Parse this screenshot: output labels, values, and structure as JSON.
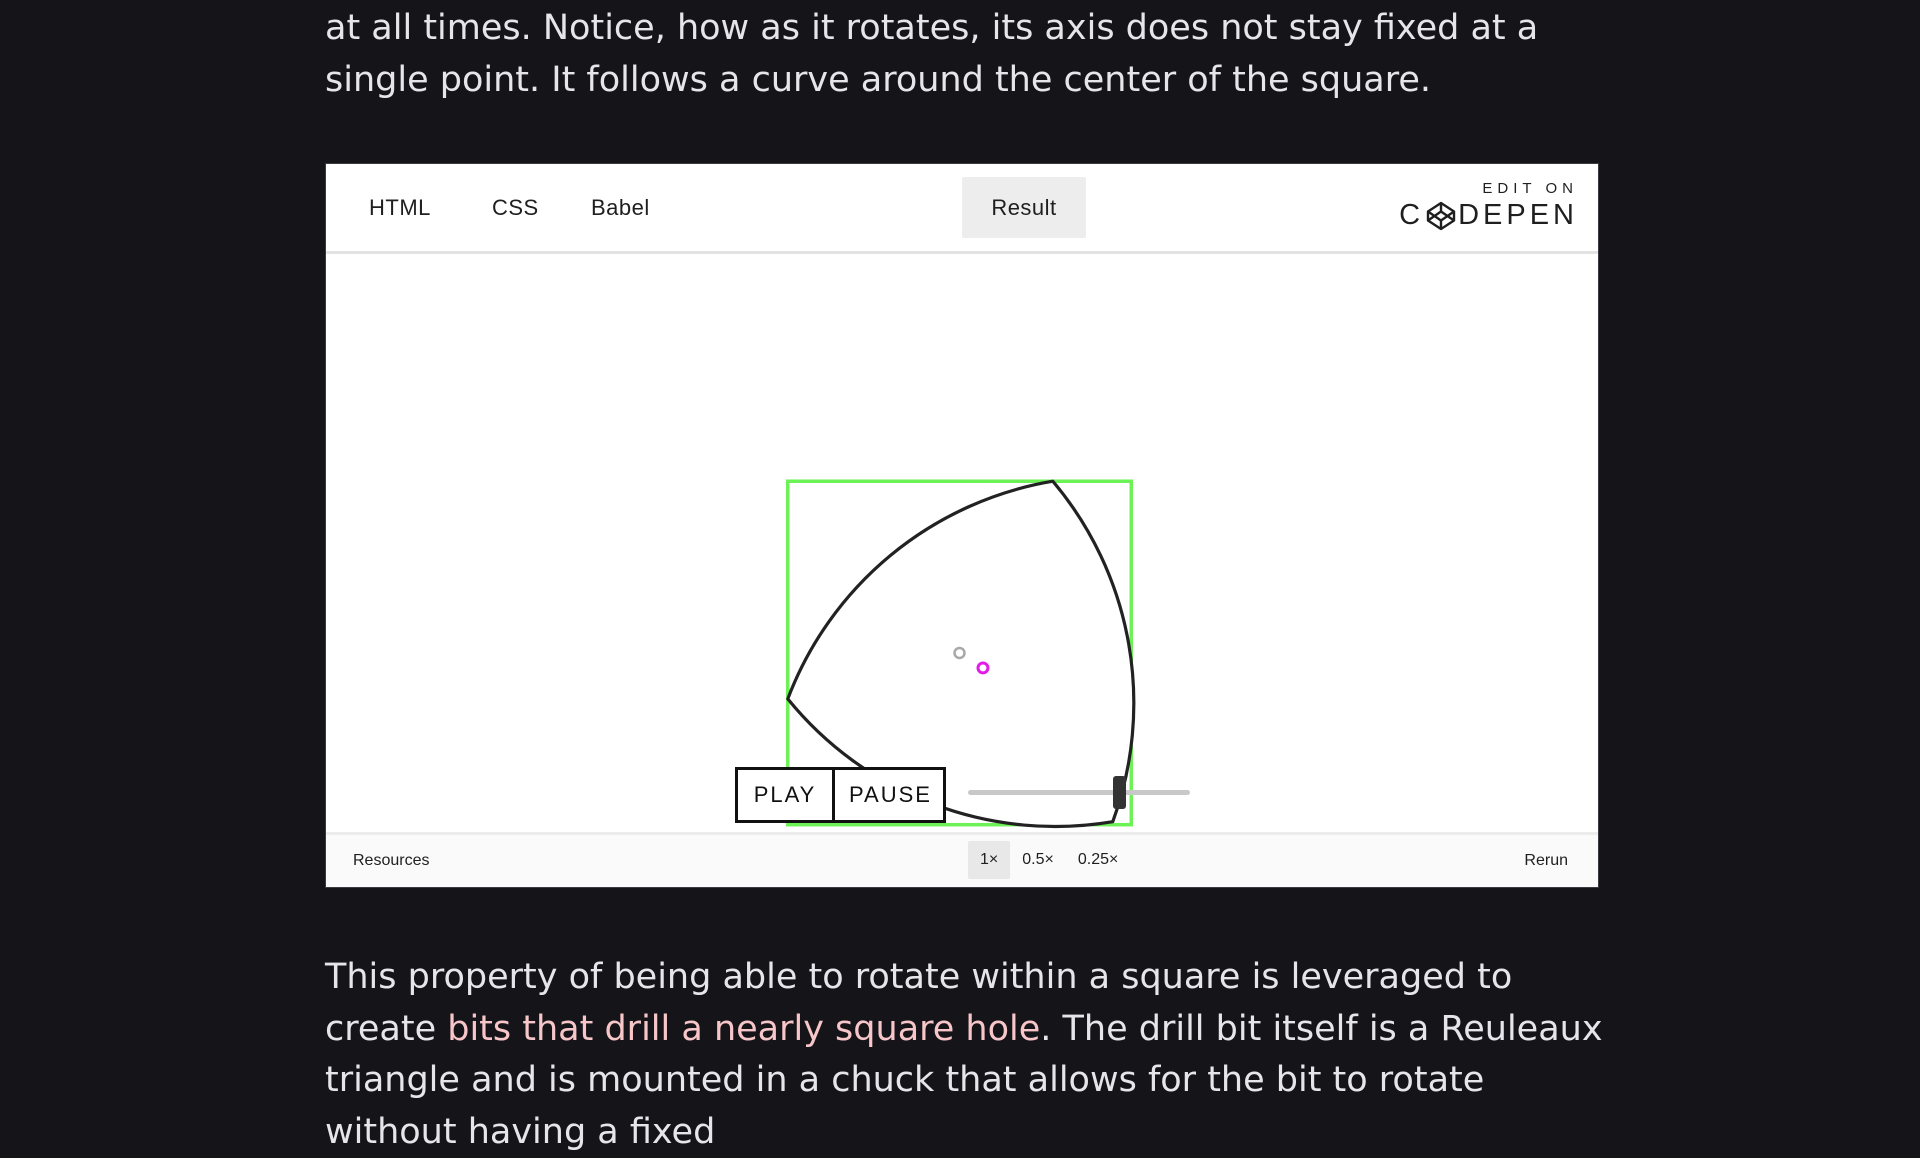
{
  "article": {
    "para_top": "at all times. Notice, how as it rotates, its axis does not stay fixed at a single point. It follows a curve around the center of the square.",
    "para_bottom_pre": "This property of being able to rotate within a square is leveraged to create ",
    "para_bottom_link": "bits that drill a nearly square hole",
    "para_bottom_post": ". The drill bit itself is a Reuleaux triangle and is mounted in a chuck that allows for the bit to rotate without having a fixed"
  },
  "embed": {
    "tabs": {
      "html": "HTML",
      "css": "CSS",
      "babel": "Babel",
      "result": "Result"
    },
    "edit_on_top": "EDIT ON",
    "brand_left": "C",
    "brand_right": "DEPEN",
    "play": "PLAY",
    "pause": "PAUSE",
    "slider_value": 0.68,
    "footer": {
      "resources": "Resources",
      "zoom": [
        "1×",
        "0.5×",
        "0.25×"
      ],
      "active_zoom": "1×",
      "rerun": "Rerun"
    }
  },
  "colors": {
    "page_bg": "#151419",
    "text": "#e6e6ea",
    "link": "#f7c6c9",
    "square": "#6cf255",
    "triangle": "#222222",
    "axis_point": "#e21de8",
    "center_point": "#a8a8a8"
  }
}
